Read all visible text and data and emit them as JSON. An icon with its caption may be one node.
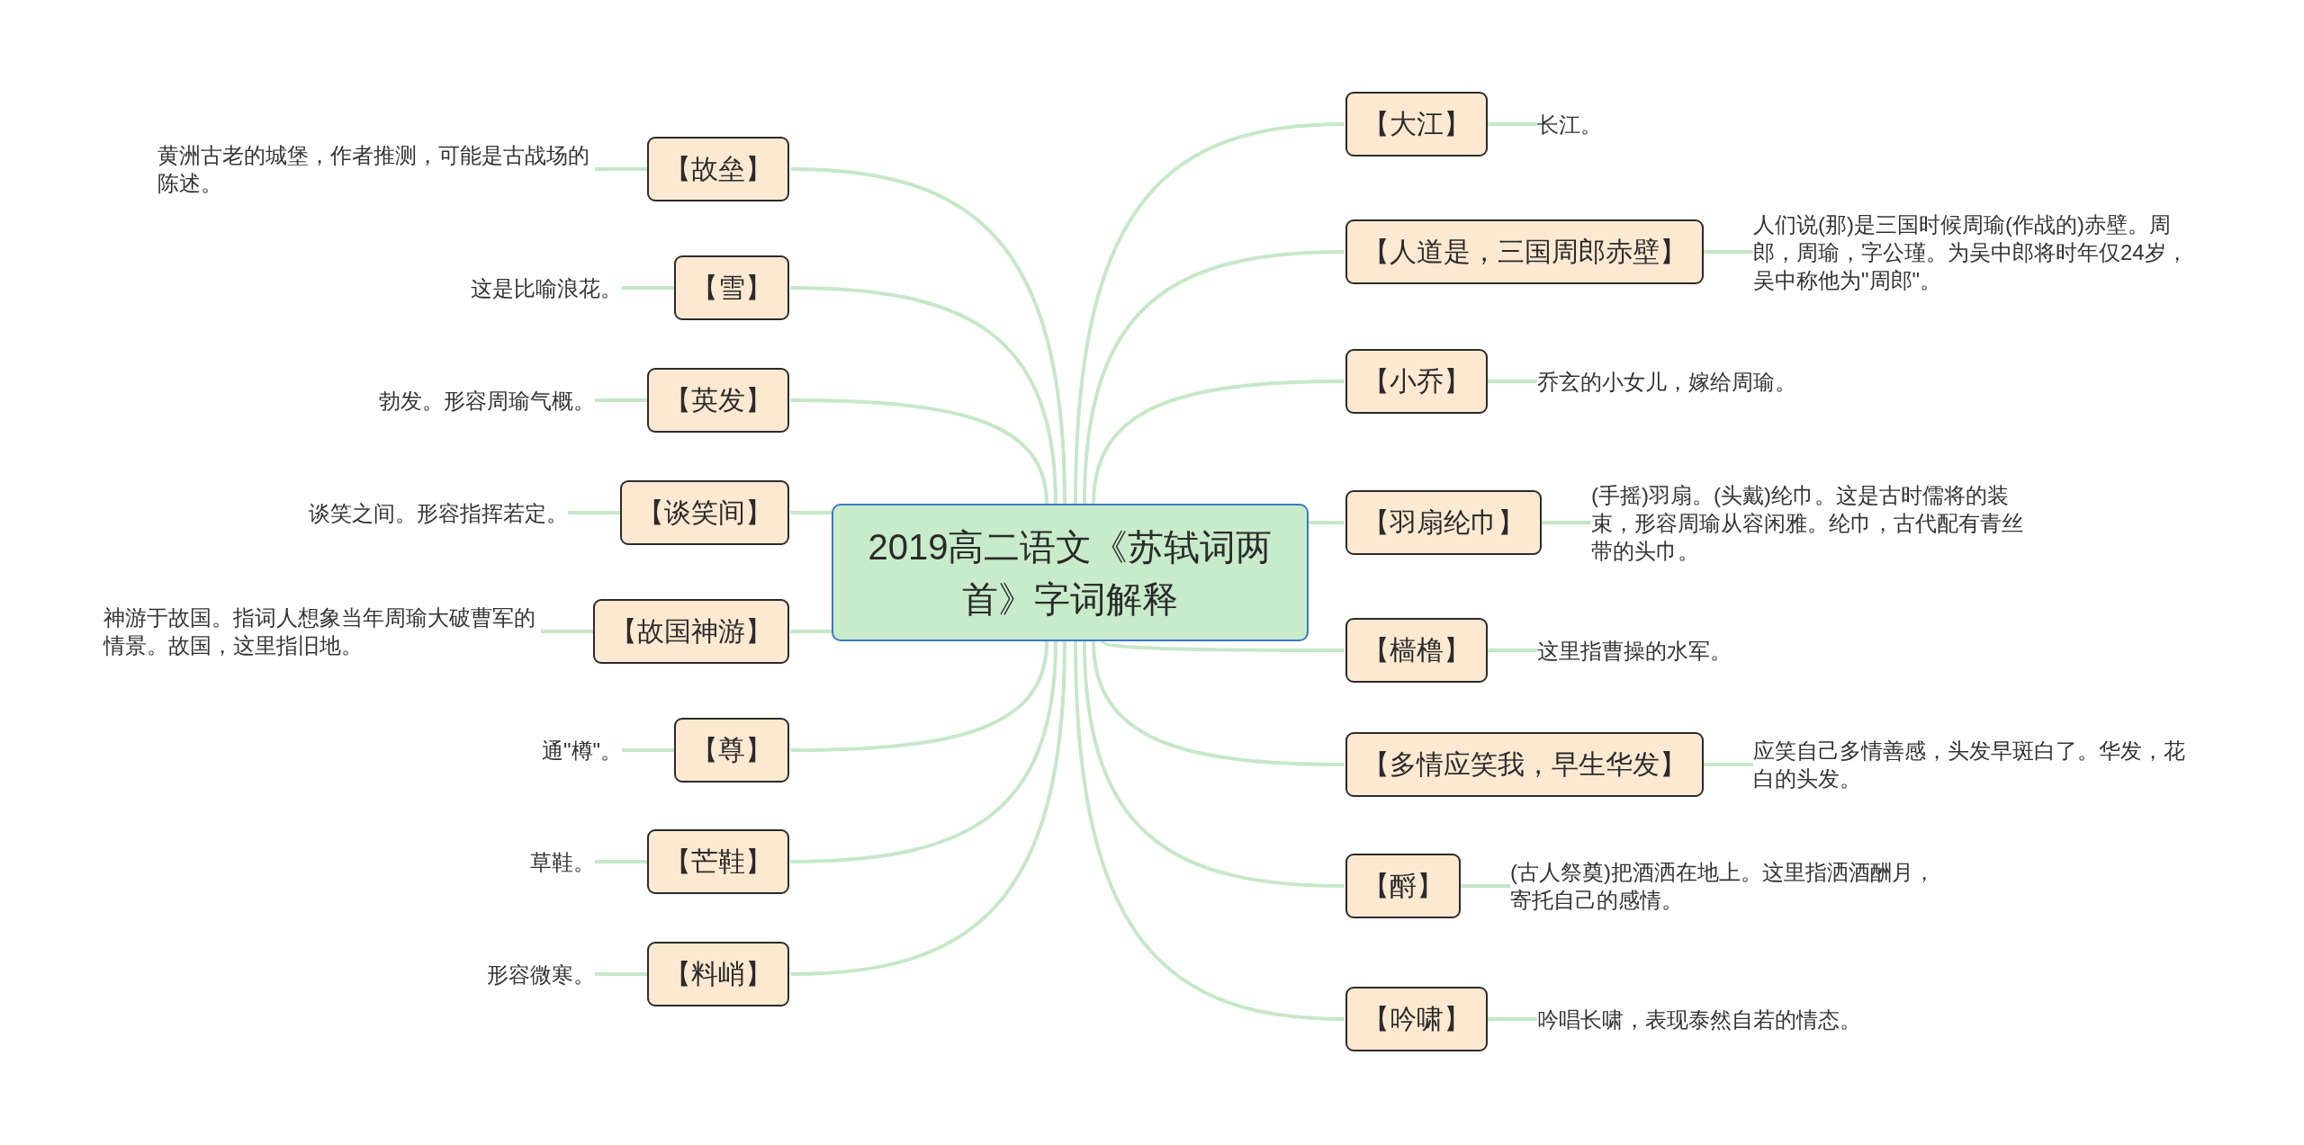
{
  "diagram": {
    "nodes": [
      {
        "text": [
          "2019高二语文《苏轼词两首》字词解释"
        ]
      },
      {
        "text": [
          "【大江】"
        ]
      },
      {
        "text": [
          "长江。"
        ]
      },
      {
        "text": [
          "【人道是，三国周郎赤壁】"
        ]
      },
      {
        "text": [
          "人们说(那)是三国时候周瑜(作战的)赤壁。周郎，周瑜，字公瑾。为吴中郎将时年仅24岁，吴中称他为\"周郎\"。"
        ]
      },
      {
        "text": [
          "【小乔】"
        ]
      },
      {
        "text": [
          "乔玄的小女儿，嫁给周瑜。"
        ]
      },
      {
        "text": [
          "【羽扇纶巾】"
        ]
      },
      {
        "text": [
          "(手摇)羽扇。(头戴)纶巾。这是古时儒将的装束，形容周瑜从容闲雅。纶巾，古代配有青丝带的头巾。"
        ]
      },
      {
        "text": [
          "【樯橹】"
        ]
      },
      {
        "text": [
          "这里指曹操的水军。"
        ]
      },
      {
        "text": [
          "【多情应笑我，早生华发】"
        ]
      },
      {
        "text": [
          "应笑自己多情善感，头发早斑白了。华发，花白的头发。"
        ]
      },
      {
        "text": [
          "【酹】"
        ]
      },
      {
        "text": [
          "(古人祭奠)把酒洒在地上。这里指洒酒酬月，寄托自己的感情。"
        ]
      },
      {
        "text": [
          "【吟啸】"
        ]
      },
      {
        "text": [
          "吟唱长啸，表现泰然自若的情态。"
        ]
      },
      {
        "text": [
          "【故垒】"
        ]
      },
      {
        "text": [
          "黄洲古老的城堡，作者推测，可能是古战场的陈述。"
        ]
      },
      {
        "text": [
          "【雪】"
        ]
      },
      {
        "text": [
          "这是比喻浪花。"
        ]
      },
      {
        "text": [
          "【英发】"
        ]
      },
      {
        "text": [
          "勃发。形容周瑜气概。"
        ]
      },
      {
        "text": [
          "【谈笑间】"
        ]
      },
      {
        "text": [
          "谈笑之间。形容指挥若定。"
        ]
      },
      {
        "text": [
          "【故国神游】"
        ]
      },
      {
        "text": [
          "神游于故国。指词人想象当年周瑜大破曹军的情景。故国，这里指旧地。"
        ]
      },
      {
        "text": [
          "【尊】"
        ]
      },
      {
        "text": [
          "通\"樽\"。"
        ]
      },
      {
        "text": [
          "【芒鞋】"
        ]
      },
      {
        "text": [
          "草鞋。"
        ]
      },
      {
        "text": [
          "【料峭】"
        ]
      },
      {
        "text": [
          "形容微寒。"
        ]
      }
    ],
    "edges": [
      {
        "from": 0,
        "to": 1,
        "arrow": "none"
      },
      {
        "from": 1,
        "to": 2,
        "arrow": "none"
      },
      {
        "from": 0,
        "to": 3,
        "arrow": "none"
      },
      {
        "from": 3,
        "to": 4,
        "arrow": "none"
      },
      {
        "from": 0,
        "to": 5,
        "arrow": "none"
      },
      {
        "from": 5,
        "to": 6,
        "arrow": "none"
      },
      {
        "from": 0,
        "to": 7,
        "arrow": "none"
      },
      {
        "from": 7,
        "to": 8,
        "arrow": "none"
      },
      {
        "from": 0,
        "to": 9,
        "arrow": "none"
      },
      {
        "from": 9,
        "to": 10,
        "arrow": "none"
      },
      {
        "from": 0,
        "to": 11,
        "arrow": "none"
      },
      {
        "from": 11,
        "to": 12,
        "arrow": "none"
      },
      {
        "from": 0,
        "to": 13,
        "arrow": "none"
      },
      {
        "from": 13,
        "to": 14,
        "arrow": "none"
      },
      {
        "from": 0,
        "to": 15,
        "arrow": "none"
      },
      {
        "from": 15,
        "to": 16,
        "arrow": "none"
      },
      {
        "from": 0,
        "to": 17,
        "arrow": "none"
      },
      {
        "from": 17,
        "to": 18,
        "arrow": "none"
      },
      {
        "from": 0,
        "to": 19,
        "arrow": "none"
      },
      {
        "from": 19,
        "to": 20,
        "arrow": "none"
      },
      {
        "from": 0,
        "to": 21,
        "arrow": "none"
      },
      {
        "from": 21,
        "to": 22,
        "arrow": "none"
      },
      {
        "from": 0,
        "to": 23,
        "arrow": "none"
      },
      {
        "from": 23,
        "to": 24,
        "arrow": "none"
      },
      {
        "from": 0,
        "to": 25,
        "arrow": "none"
      },
      {
        "from": 25,
        "to": 26,
        "arrow": "none"
      },
      {
        "from": 0,
        "to": 27,
        "arrow": "none"
      },
      {
        "from": 27,
        "to": 28,
        "arrow": "none"
      },
      {
        "from": 0,
        "to": 29,
        "arrow": "none"
      },
      {
        "from": 29,
        "to": 30,
        "arrow": "none"
      },
      {
        "from": 0,
        "to": 31,
        "arrow": "none"
      },
      {
        "from": 31,
        "to": 32,
        "arrow": "none"
      }
    ]
  }
}
